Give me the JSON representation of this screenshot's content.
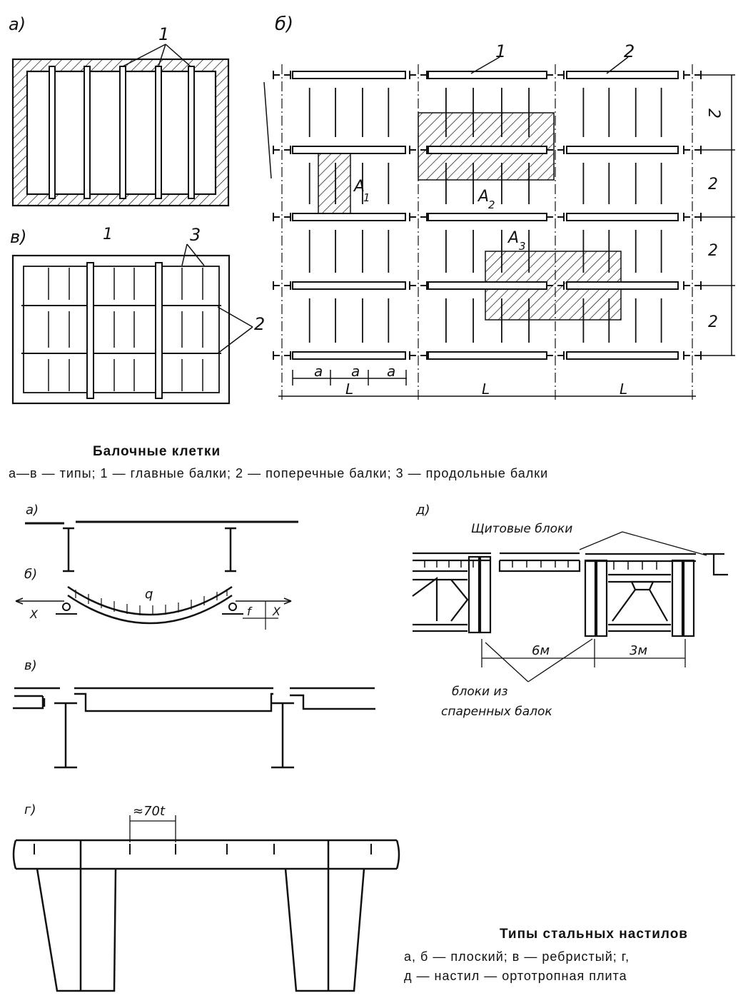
{
  "labels": {
    "fig_a": "а)",
    "fig_b": "б)",
    "fig_v": "в)",
    "num_1": "1",
    "num_2": "2",
    "num_3": "3",
    "A1": "A",
    "A1_sub": "1",
    "A2": "A",
    "A2_sub": "2",
    "A3": "A",
    "A3_sub": "3",
    "dim_a": "a",
    "dim_L": "L",
    "dim_2": "2"
  },
  "caption1": {
    "title": "Балочные клетки",
    "text": "а—в — типы; 1 — главные балки; 2 — поперечные балки; 3 — продольные балки"
  },
  "decks": {
    "a": "а)",
    "b": "б)",
    "v": "в)",
    "g": "г)",
    "d": "д)",
    "q": "q",
    "x": "X",
    "f": "f",
    "approx": "≈70t",
    "shield": "Щитовые блоки",
    "dim_6m": "6м",
    "dim_3m": "3м",
    "paired_1": "блоки из",
    "paired_2": "спаренных балок"
  },
  "caption2": {
    "title": "Типы стальных настилов",
    "line1": "а,  б — плоский;  в — ребристый;  г,",
    "line2": "д — настил — ортотропная  плита"
  }
}
